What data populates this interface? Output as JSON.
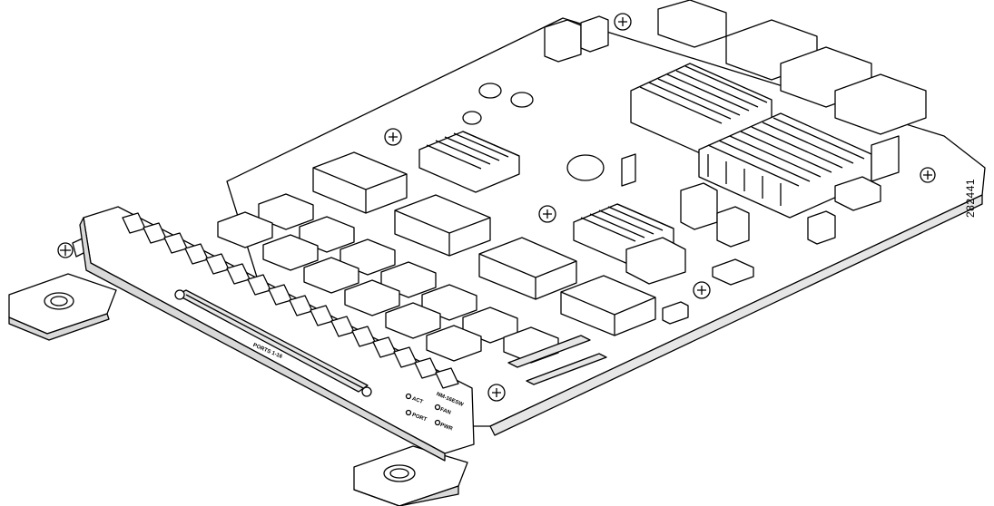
{
  "figure": {
    "id_number": "282441",
    "ports_label": "PORTS 1-16",
    "led_act": "ACT",
    "led_fan": "FAN",
    "led_port": "PORT",
    "led_pwr": "PWR",
    "model_text": "NM-16ESW"
  },
  "colors": {
    "line": "#000000",
    "fill": "#ffffff",
    "shade": "#d9d9d9"
  }
}
